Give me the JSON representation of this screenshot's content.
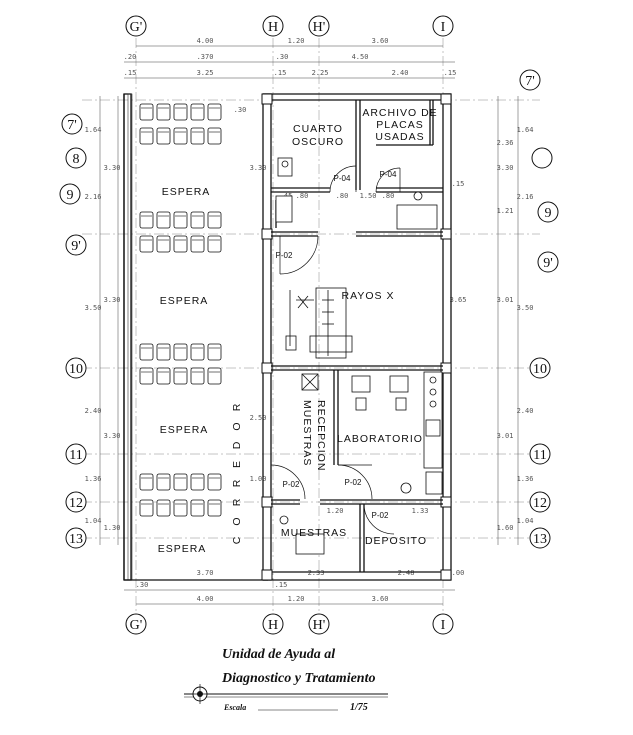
{
  "axes": {
    "top": [
      "G'",
      "H",
      "H'",
      "I"
    ],
    "bottom": [
      "G'",
      "H",
      "H'",
      "I"
    ],
    "left": [
      "7'",
      "8",
      "9",
      "9'",
      "10",
      "11",
      "12",
      "13"
    ],
    "right": [
      "7'",
      "9",
      "9'",
      "10",
      "11",
      "12",
      "13"
    ]
  },
  "rooms": {
    "espera": "ESPERA",
    "cuarto_oscuro_1": "CUARTO",
    "cuarto_oscuro_2": "OSCURO",
    "archivo_1": "ARCHIVO DE",
    "archivo_2": "PLACAS",
    "archivo_3": "USADAS",
    "rayos_x": "RAYOS X",
    "recepcion_1": "RECEPCION",
    "recepcion_2": "MUESTRAS",
    "laboratorio": "LABORATORIO",
    "muestras": "MUESTRAS",
    "deposito": "DEPOSITO",
    "corredor": "CORREDOR"
  },
  "doors": {
    "p04": "P-04",
    "p02": "P-02"
  },
  "dimensions": {
    "top_main": [
      "4.00",
      "1.20",
      "3.60"
    ],
    "top_sub": [
      ".20",
      ".370",
      "4.50",
      ".30"
    ],
    "top_sub2": [
      ".15",
      "3.25",
      ".15",
      "2.25",
      "2.40",
      ".15"
    ],
    "bottom_sub": [
      ".30",
      "3.70",
      ".15",
      "2.33",
      "2.48",
      ".00"
    ],
    "bottom_main": [
      "4.00",
      "1.20",
      "3.60"
    ],
    "left_outer": [
      "1.64",
      "2.16",
      "3.50",
      "2.40",
      "1.36",
      "1.04"
    ],
    "left_inner": [
      "3.30",
      "3.30",
      "3.30",
      "1.30"
    ],
    "right_outer": [
      "1.64",
      "2.16",
      "3.50",
      "2.40",
      "1.36",
      "1.04"
    ],
    "right_inner": [
      "2.36",
      "3.30",
      "1.21",
      "3.01",
      "3.01",
      "1.60"
    ],
    "misc": [
      ".30",
      ".80",
      ".45",
      ".80",
      "1.50",
      ".80",
      "1.20",
      "1.33",
      "3.30",
      "3.65",
      "2.50",
      "1.00",
      ".15"
    ]
  },
  "title": {
    "line1": "Unidad de Ayuda al",
    "line2": "Diagnostico y Tratamiento",
    "escala_label": "Escala",
    "escala_value": "1/75"
  }
}
